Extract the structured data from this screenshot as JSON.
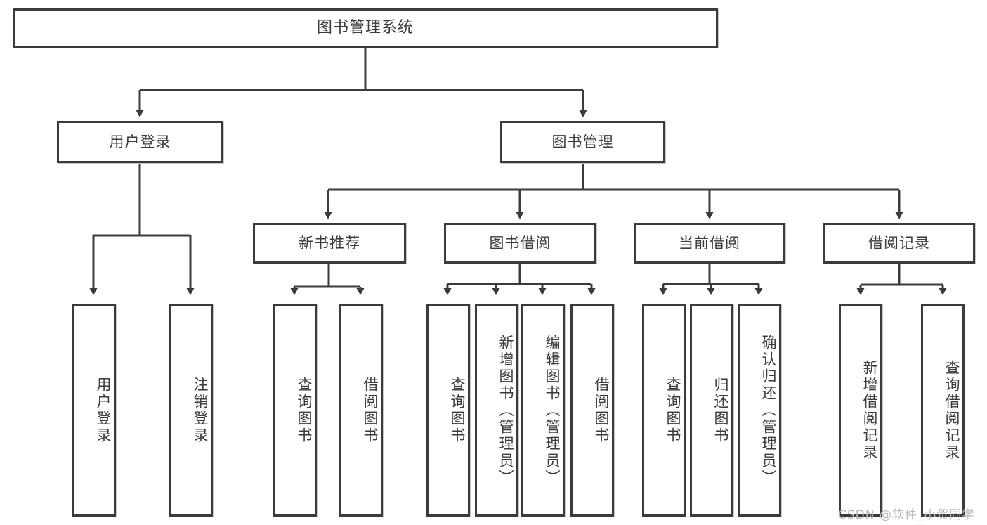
{
  "diagram": {
    "title": "图书管理系统",
    "type": "tree-hierarchy-diagram",
    "colors": {
      "border": "#3b3b3b",
      "text": "#3b3b3b",
      "background": "#ffffff",
      "wire": "#3b3b3b",
      "watermark": "#b9b9b9"
    }
  },
  "root": {
    "label": "图书管理系统"
  },
  "level2": [
    {
      "label": "用户登录"
    },
    {
      "label": "图书管理"
    }
  ],
  "level3": [
    {
      "label": "新书推荐"
    },
    {
      "label": "图书借阅"
    },
    {
      "label": "当前借阅"
    },
    {
      "label": "借阅记录"
    }
  ],
  "leaves": {
    "user_login": [
      {
        "label": "用户登录"
      },
      {
        "label": "注销登录"
      }
    ],
    "new_book": [
      {
        "label": "查询图书"
      },
      {
        "label": "借阅图书"
      }
    ],
    "book_borrow": [
      {
        "label": "查询图书"
      },
      {
        "label": "新增图书（管理员）"
      },
      {
        "label": "编辑图书（管理员）"
      },
      {
        "label": "借阅图书"
      }
    ],
    "current_borrow": [
      {
        "label": "查询图书"
      },
      {
        "label": "归还图书"
      },
      {
        "label": "确认归还（管理员）"
      }
    ],
    "borrow_record": [
      {
        "label": "新增借阅记录"
      },
      {
        "label": "查询借阅记录"
      }
    ]
  },
  "watermark": {
    "text": "CSDN @软件_小贺同学"
  }
}
